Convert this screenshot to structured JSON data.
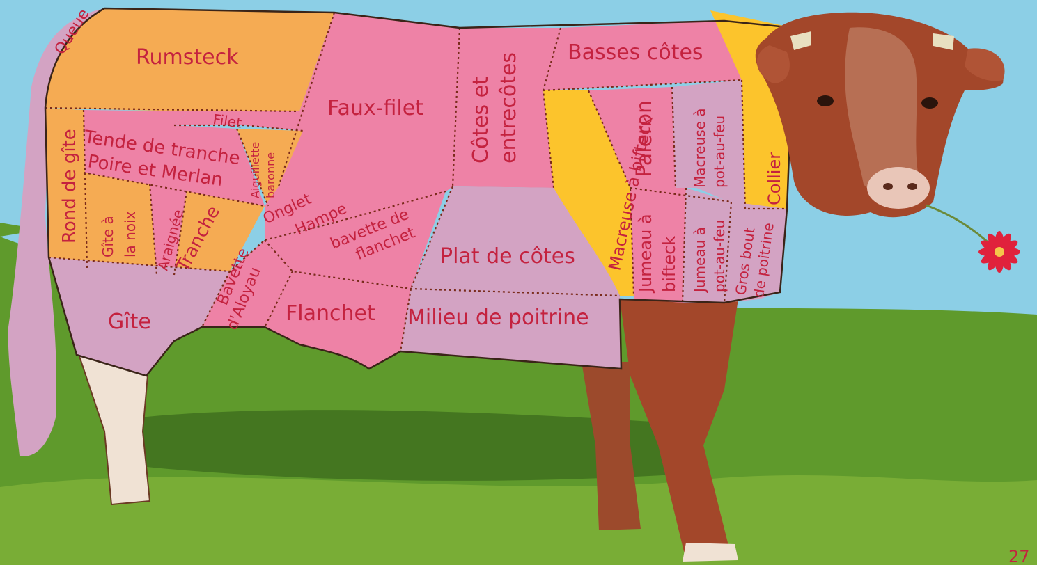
{
  "diagram": {
    "subject": "cow",
    "page_number": "27",
    "colors": {
      "sky": "#8ccfe6",
      "grass": "#5f9a2c",
      "grass_light": "#8dbd43",
      "pink": "#ee82a6",
      "orange": "#f5ab53",
      "yellow": "#fcc42c",
      "mauve": "#d3a3c3",
      "hide_brown": "#a3472a",
      "label_red": "#c4223f",
      "flower_red": "#e0223c"
    },
    "cuts": {
      "queue": "Queue",
      "rumsteck": "Rumsteck",
      "faux_filet": "Faux-filet",
      "cotes_entrecotes": "Côtes et entrecôtes",
      "basses_cotes": "Basses côtes",
      "filet": "Filet",
      "aiguillette_baronne": "Aiguillette baronne",
      "rond_de_gite": "Rond de gîte",
      "tende_de_tranche": "Tende de tranche",
      "poire_et_merlan": "Poire et Merlan",
      "gite_a_la_noix": "Gîte à la noix",
      "araignee": "Araignée",
      "tranche": "Tranche",
      "onglet": "Onglet",
      "hampe": "Hampe",
      "bavette_de_flanchet": "bavette de flanchet",
      "bavette_daloyau": "Bavette d'Aloyau",
      "flanchet": "Flanchet",
      "gite": "Gîte",
      "plat_de_cotes": "Plat de côtes",
      "milieu_de_poitrine": "Milieu de poitrine",
      "macreuse_a_bifteck": "Macreuse à bifteck",
      "paleron": "Paleron",
      "jumeau_a_bifteck": "Jumeau à bifteck",
      "macreuse_a_pot_au_feu": "Macreuse à pot-au-feu",
      "jumeau_a_pot_au_feu": "Jumeau à pot-au-feu",
      "gros_bout_de_poitrine": "Gros bout de poitrine",
      "collier": "Collier"
    }
  }
}
